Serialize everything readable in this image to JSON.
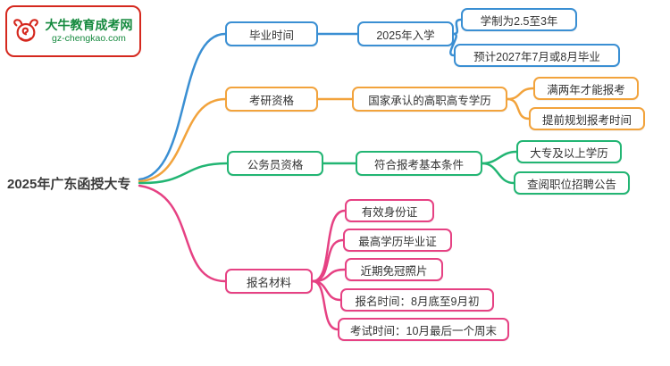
{
  "logo": {
    "title": "大牛教育成考网",
    "subtitle": "gz-chengkao.com"
  },
  "root": {
    "label": "2025年广东函授大专"
  },
  "colors": {
    "blue": "#3a8fd3",
    "orange": "#f2a33c",
    "green": "#22b573",
    "pink": "#e64183",
    "logo_red": "#d5281e",
    "logo_green": "#168a3f"
  },
  "branches": [
    {
      "label": "毕业时间",
      "child": {
        "label": "2025年入学"
      },
      "leaves": [
        "学制为2.5至3年",
        "预计2027年7月或8月毕业"
      ]
    },
    {
      "label": "考研资格",
      "child": {
        "label": "国家承认的高职高专学历"
      },
      "leaves": [
        "满两年才能报考",
        "提前规划报考时间"
      ]
    },
    {
      "label": "公务员资格",
      "child": {
        "label": "符合报考基本条件"
      },
      "leaves": [
        "大专及以上学历",
        "查阅职位招聘公告"
      ]
    },
    {
      "label": "报名材料",
      "leaves": [
        "有效身份证",
        "最高学历毕业证",
        "近期免冠照片",
        "报名时间：8月底至9月初",
        "考试时间：10月最后一个周末"
      ]
    }
  ]
}
